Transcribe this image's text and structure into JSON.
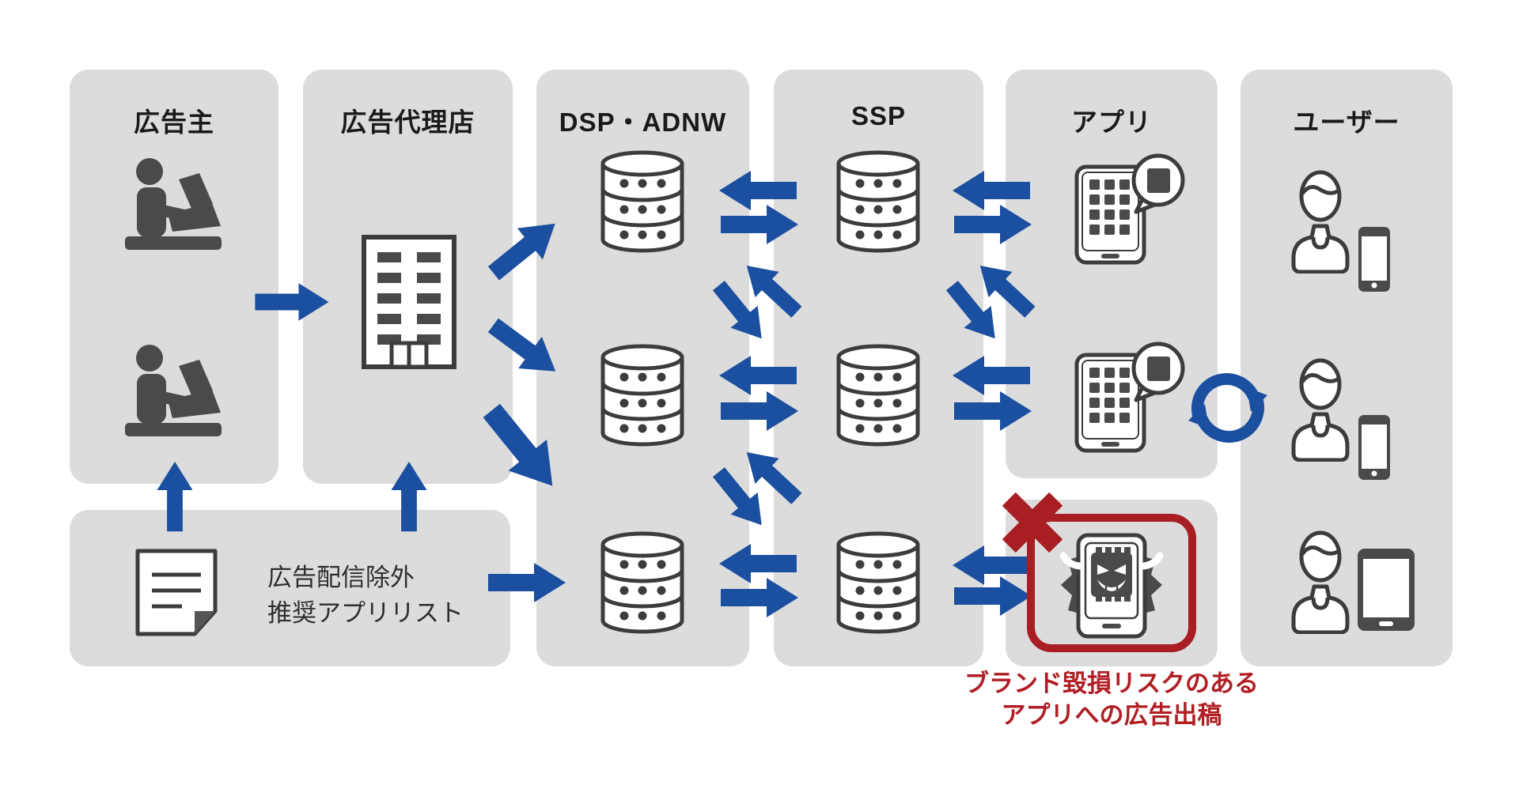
{
  "diagram": {
    "columns": [
      {
        "id": "advertiser",
        "label": "広告主"
      },
      {
        "id": "agency",
        "label": "広告代理店"
      },
      {
        "id": "dsp_adnw",
        "label": "DSP・ADNW"
      },
      {
        "id": "ssp",
        "label": "SSP"
      },
      {
        "id": "app",
        "label": "アプリ"
      },
      {
        "id": "user",
        "label": "ユーザー"
      }
    ],
    "exclusion_list": {
      "line1": "広告配信除外",
      "line2": "推奨アプリリスト"
    },
    "warning": {
      "line1": "ブランド毀損リスクのある",
      "line2": "アプリへの広告出稿"
    },
    "colors": {
      "arrow_blue": "#1B4F9F",
      "risk_red": "#A81E23",
      "warning_text_red": "#B01E24",
      "panel_gray": "#DCDCDC",
      "icon_dark": "#4A4A4A",
      "icon_outline": "#3C3C3C"
    }
  }
}
